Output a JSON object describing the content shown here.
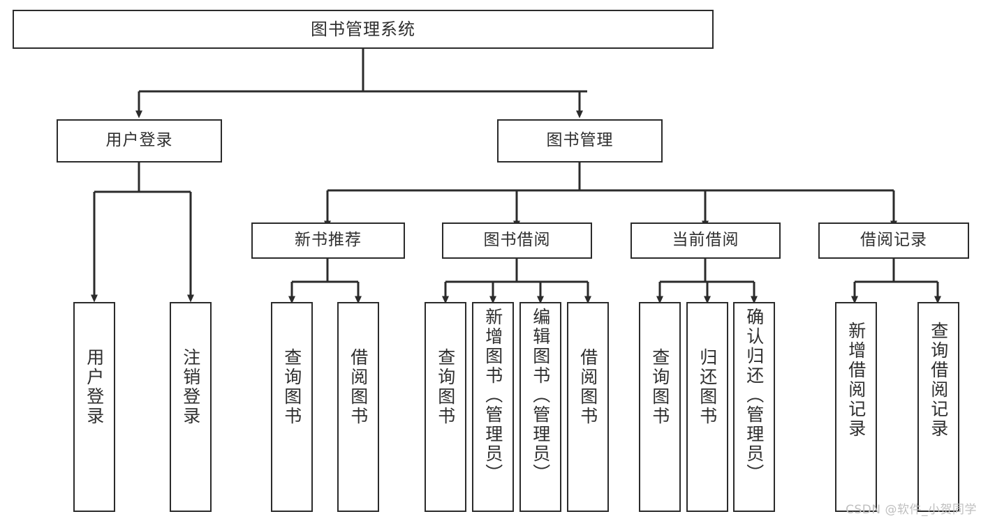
{
  "diagram": {
    "title": "图书管理系统",
    "type": "tree",
    "root": {
      "id": "root",
      "label": "图书管理系统",
      "orientation": "horizontal"
    },
    "level1": [
      {
        "id": "user-login",
        "label": "用户登录",
        "orientation": "horizontal"
      },
      {
        "id": "book-manage",
        "label": "图书管理",
        "orientation": "horizontal"
      }
    ],
    "level2": [
      {
        "id": "new-book-recommend",
        "label": "新书推荐",
        "orientation": "horizontal",
        "parent": "book-manage"
      },
      {
        "id": "book-borrow",
        "label": "图书借阅",
        "orientation": "horizontal",
        "parent": "book-manage"
      },
      {
        "id": "current-borrow",
        "label": "当前借阅",
        "orientation": "horizontal",
        "parent": "book-manage"
      },
      {
        "id": "borrow-record",
        "label": "借阅记录",
        "orientation": "horizontal",
        "parent": "book-manage"
      }
    ],
    "leaves": [
      {
        "id": "leaf-user-login",
        "label": "用户登录",
        "parent": "user-login"
      },
      {
        "id": "leaf-user-logout",
        "label": "注销登录",
        "parent": "user-login"
      },
      {
        "id": "leaf-query-book-1",
        "label": "查询图书",
        "parent": "new-book-recommend"
      },
      {
        "id": "leaf-borrow-book-1",
        "label": "借阅图书",
        "parent": "new-book-recommend"
      },
      {
        "id": "leaf-query-book-2",
        "label": "查询图书",
        "parent": "book-borrow"
      },
      {
        "id": "leaf-add-book",
        "label": "新增图书（管理员）",
        "parent": "book-borrow"
      },
      {
        "id": "leaf-edit-book",
        "label": "编辑图书（管理员）",
        "parent": "book-borrow"
      },
      {
        "id": "leaf-borrow-book-2",
        "label": "借阅图书",
        "parent": "book-borrow"
      },
      {
        "id": "leaf-query-book-3",
        "label": "查询图书",
        "parent": "current-borrow"
      },
      {
        "id": "leaf-return-book",
        "label": "归还图书",
        "parent": "current-borrow"
      },
      {
        "id": "leaf-confirm-return",
        "label": "确认归还（管理员）",
        "parent": "current-borrow"
      },
      {
        "id": "leaf-add-record",
        "label": "新增借阅记录",
        "parent": "borrow-record"
      },
      {
        "id": "leaf-query-record",
        "label": "查询借阅记录",
        "parent": "borrow-record"
      }
    ]
  },
  "watermark": {
    "text": "CSDN @软件_小贺同学"
  },
  "colors": {
    "background": "#ffffff",
    "box_border": "#2b2b2b",
    "box_fill": "#ffffff",
    "text": "#2e2e2e",
    "connector": "#2b2b2b",
    "watermark": "#bfbfbf"
  }
}
